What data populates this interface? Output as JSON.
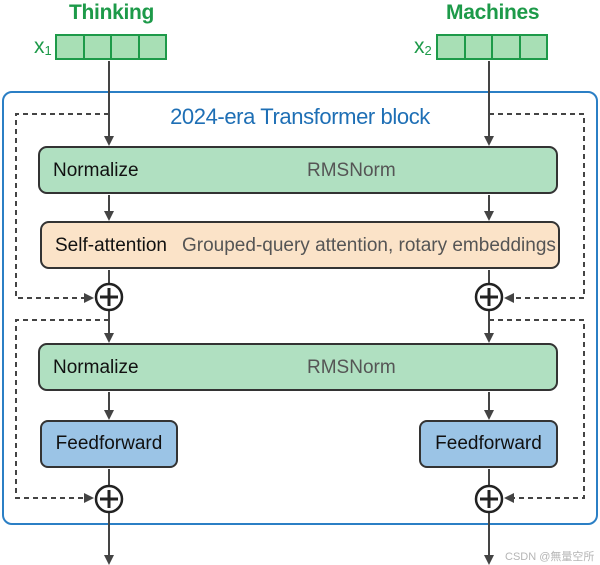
{
  "tokens": [
    {
      "word": "Thinking",
      "var": "x",
      "sub": "1"
    },
    {
      "word": "Machines",
      "var": "x",
      "sub": "2"
    }
  ],
  "block": {
    "title": "2024-era Transformer block",
    "normalize_label": "Normalize",
    "normalize_type": "RMSNorm",
    "attention_label": "Self-attention",
    "attention_desc": "Grouped-query attention, rotary embeddings",
    "feedforward_label": "Feedforward"
  },
  "watermark": "CSDN @無量空所",
  "colors": {
    "token_green": "#1d9a49",
    "block_blue": "#2b7fc5",
    "norm_fill": "#b0e0c1",
    "attention_fill": "#fbe3c8",
    "feedforward_fill": "#9bc4e6"
  }
}
